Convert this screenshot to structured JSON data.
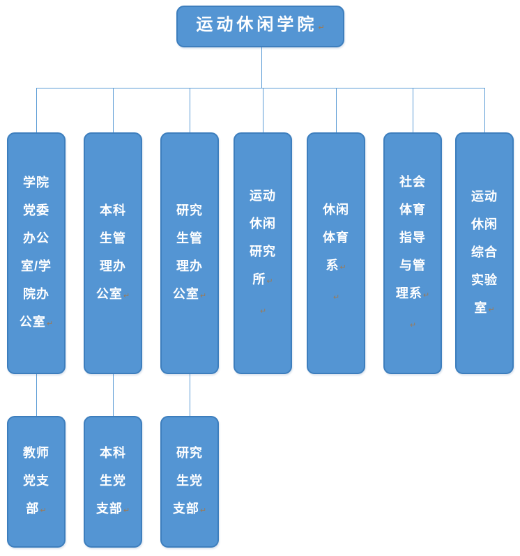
{
  "root": {
    "name": "运动休闲学院",
    "lines": [
      "运动休闲学院↵"
    ]
  },
  "departments": [
    {
      "name": "学院党委办公室/学院办公室",
      "lines": [
        "学院",
        "党委",
        "办公",
        "室/学",
        "院办",
        "公室↵"
      ]
    },
    {
      "name": "本科生管理办公室",
      "lines": [
        "本科",
        "生管",
        "理办",
        "公室↵"
      ]
    },
    {
      "name": "研究生管理办公室",
      "lines": [
        "研究",
        "生管",
        "理办",
        "公室↵"
      ]
    },
    {
      "name": "运动休闲研究所",
      "lines": [
        "运动",
        "休闲",
        "研究",
        "所↵",
        "↵"
      ]
    },
    {
      "name": "休闲体育系",
      "lines": [
        "休闲",
        "体育",
        "系↵",
        "↵"
      ]
    },
    {
      "name": "社会体育指导与管理系",
      "lines": [
        "社会",
        "体育",
        "指导",
        "与管",
        "理系↵",
        "↵"
      ]
    },
    {
      "name": "运动休闲综合实验室",
      "lines": [
        "运动",
        "休闲",
        "综合",
        "实验",
        "室↵"
      ]
    }
  ],
  "branches": [
    {
      "name": "教师党支部",
      "parent_department_index": 0,
      "lines": [
        "教师",
        "党支",
        "部↵"
      ]
    },
    {
      "name": "本科生党支部",
      "parent_department_index": 1,
      "lines": [
        "本科",
        "生党",
        "支部↵"
      ]
    },
    {
      "name": "研究生党支部",
      "parent_department_index": 2,
      "lines": [
        "研究",
        "生党",
        "支部↵"
      ]
    }
  ],
  "colors": {
    "background": "#ffffff",
    "box_fill": "#5495d3",
    "box_border": "#3d7ebd",
    "connector_line": "#5b9bd5",
    "box_text": "#ffffff",
    "paragraph_mark": "#9c7a55"
  }
}
